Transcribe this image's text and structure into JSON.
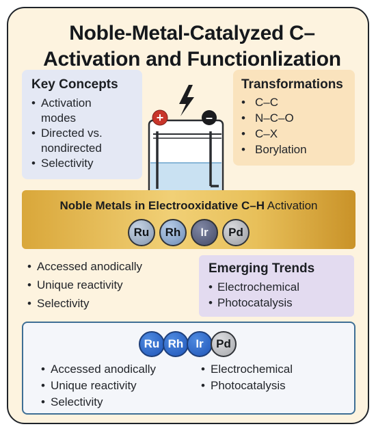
{
  "title": {
    "line1": "Noble-Metal-Catalyzed C–",
    "line2": "Activation and Functionlization"
  },
  "key_concepts": {
    "heading": "Key Concepts",
    "items": [
      "Activation",
      "modes",
      "Directed vs.",
      "nondirected",
      "Selectivity"
    ]
  },
  "transformations": {
    "heading": "Transformations",
    "items": [
      "C–C",
      "N–C–O",
      "C–X",
      "Borylation"
    ]
  },
  "cell": {
    "anode_symbol": "+",
    "cathode_symbol": "–",
    "icon": "lightning-bolt-icon",
    "anode_color": "#c8352a",
    "cathode_color": "#1b1c1f",
    "liquid_color": "#c9e1f2"
  },
  "band": {
    "title_bold": "Noble Metals in Electrooxidative C–H",
    "title_regular": " Activation",
    "metals": [
      "Ru",
      "Rh",
      "Ir",
      "Pd"
    ]
  },
  "mid_list": [
    "Accessed anodically",
    "Unique reactivity",
    "Selectivity"
  ],
  "emerging": {
    "heading": "Emerging Trends",
    "items": [
      "Electrochemical",
      "Photocatalysis"
    ]
  },
  "bottom": {
    "metals": [
      "Ru",
      "Rh",
      "Ir",
      "Pd"
    ],
    "left_items": [
      "Accessed anodically",
      "Unique reactivity",
      "Selectivity"
    ],
    "right_items": [
      "Electrochemical",
      "Photocatalysis"
    ]
  },
  "colors": {
    "card_bg": "#fdf3df",
    "key_bg": "#e4e8f4",
    "trans_bg": "#fae3bd",
    "band_gold": "#e8c05a",
    "emerging_bg": "#e3dbf0",
    "bottom_border": "#3d6e94"
  }
}
